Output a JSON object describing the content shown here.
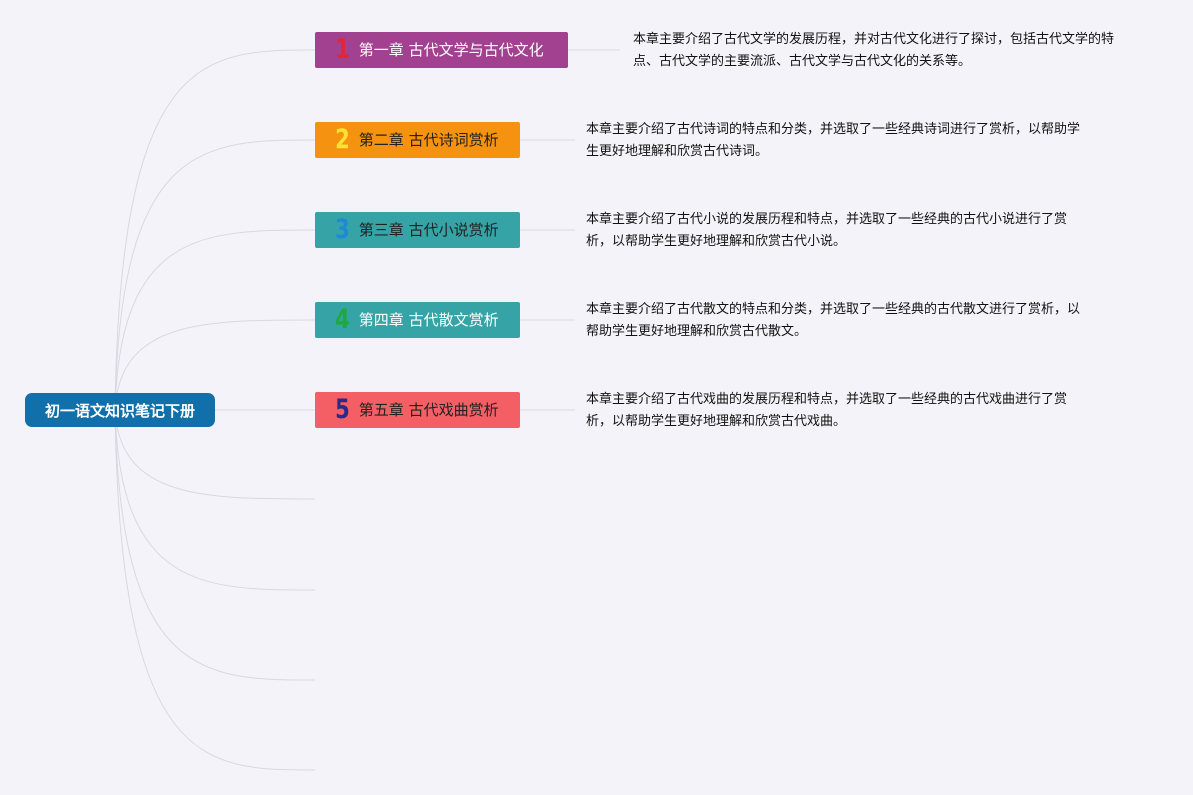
{
  "root": {
    "title": "初一语文知识笔记下册",
    "color": "#1170aa"
  },
  "chapters": [
    {
      "number": "1",
      "title": "第一章 古代文学与古代文化",
      "bg": "#a2418f",
      "num_color": "#e8242d",
      "text_color": "#ffffff",
      "description": "本章主要介绍了古代文学的发展历程，并对古代文化进行了探讨，包括古代文学的特点、古代文学的主要流派、古代文学与古代文化的关系等。"
    },
    {
      "number": "2",
      "title": "第二章 古代诗词赏析",
      "bg": "#f59210",
      "num_color": "#fbe234",
      "text_color": "#222222",
      "description": "本章主要介绍了古代诗词的特点和分类，并选取了一些经典诗词进行了赏析，以帮助学生更好地理解和欣赏古代诗词。"
    },
    {
      "number": "3",
      "title": "第三章 古代小说赏析",
      "bg": "#36a3a6",
      "num_color": "#1e8ad6",
      "text_color": "#222222",
      "description": "本章主要介绍了古代小说的发展历程和特点，并选取了一些经典的古代小说进行了赏析，以帮助学生更好地理解和欣赏古代小说。"
    },
    {
      "number": "4",
      "title": "第四章 古代散文赏析",
      "bg": "#36a3a6",
      "num_color": "#1fa83c",
      "text_color": "#ffffff",
      "description": "本章主要介绍了古代散文的特点和分类，并选取了一些经典的古代散文进行了赏析，以帮助学生更好地理解和欣赏古代散文。"
    },
    {
      "number": "5",
      "title": "第五章 古代戏曲赏析",
      "bg": "#f35f64",
      "num_color": "#2a2a8a",
      "text_color": "#222222",
      "description": "本章主要介绍了古代戏曲的发展历程和特点，并选取了一些经典的古代戏曲进行了赏析，以帮助学生更好地理解和欣赏古代戏曲。"
    }
  ],
  "colors": {
    "background": "#f4f3f9",
    "link_line": "#d9d8e2"
  }
}
